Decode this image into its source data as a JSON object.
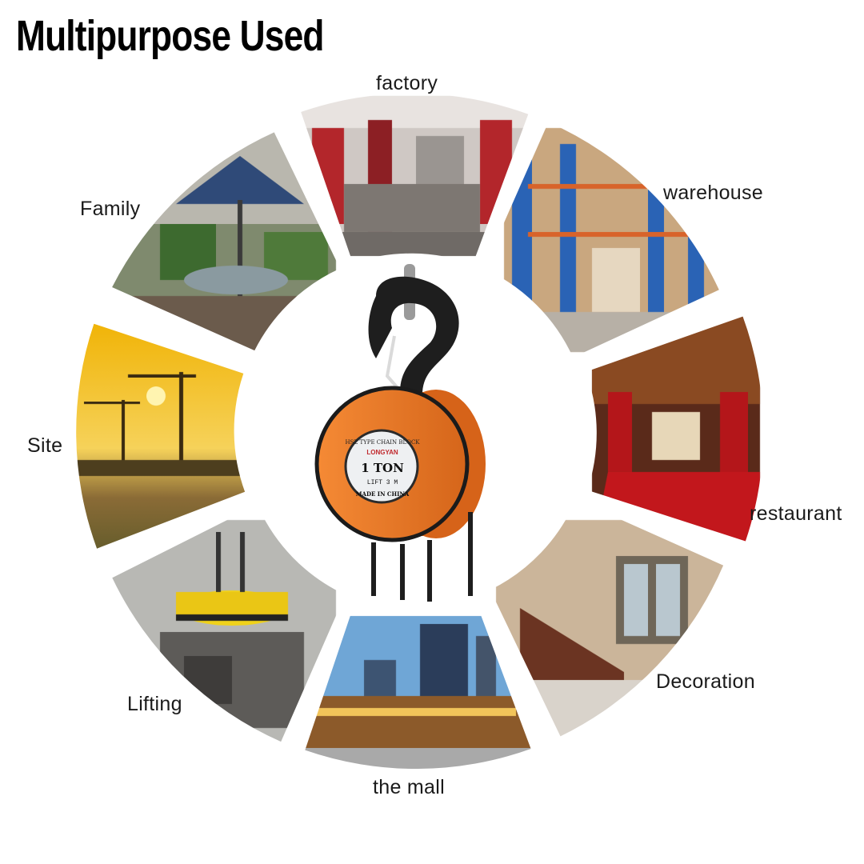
{
  "headline": "Multipurpose Used",
  "labels": {
    "factory": "factory",
    "family": "Family",
    "warehouse": "warehouse",
    "site": "Site",
    "restaurant": "restaurant",
    "decoration": "Decoration",
    "lifting": "Lifting",
    "mall": "the mall"
  },
  "product": {
    "badge_line1": "HSZ TYPE CHAIN BLOCK",
    "brand": "LONGYAN",
    "capacity": "1 TON",
    "lift": "LIFT 3 M",
    "origin": "MADE IN CHINA"
  },
  "colors": {
    "body_orange": "#ee7d2a",
    "hook": "#1e1e1e",
    "background": "#ffffff"
  }
}
